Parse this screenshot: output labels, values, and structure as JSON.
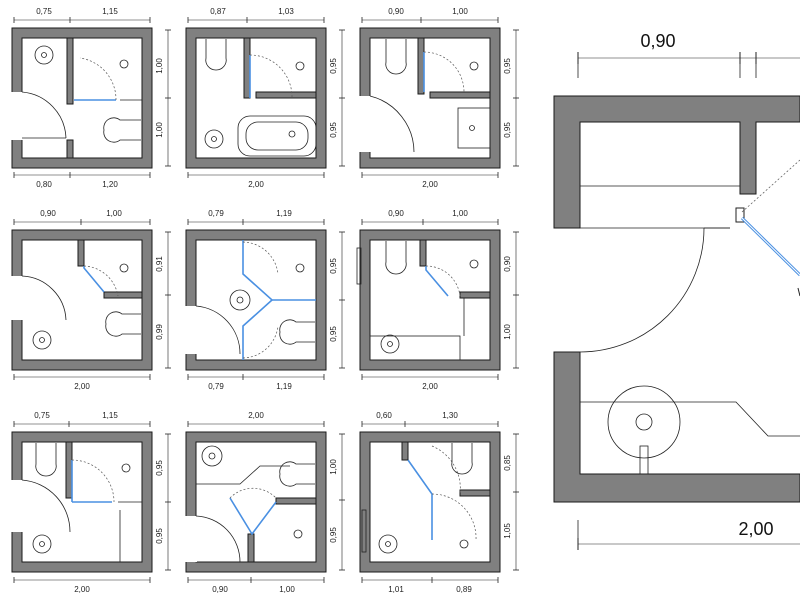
{
  "colors": {
    "wall": "#808080",
    "wall_stroke": "#1a1a1a",
    "glass": "#4a90e2",
    "line": "#222222",
    "dashed": "#555555"
  },
  "plans": [
    {
      "top": [
        "0,75",
        "1,15"
      ],
      "right": [
        "1,00",
        "1,00"
      ],
      "bottom": [
        "0,80",
        "1,20"
      ]
    },
    {
      "top": [
        "0,87",
        "1,03"
      ],
      "right": [
        "0,95",
        "0,95"
      ],
      "bottom": [
        "2,00"
      ]
    },
    {
      "top": [
        "0,90",
        "1,00"
      ],
      "right": [
        "0,95",
        "0,95"
      ],
      "bottom": [
        "2,00"
      ]
    },
    {
      "top": [
        "0,90",
        "1,00"
      ],
      "right": [
        "0,91",
        "0,99"
      ],
      "bottom": [
        "2,00"
      ]
    },
    {
      "top": [
        "0,79",
        "1,19"
      ],
      "right": [
        "0,95",
        "0,95"
      ],
      "bottom": [
        "0,79",
        "1,19"
      ]
    },
    {
      "top": [
        "0,90",
        "1,00"
      ],
      "right": [
        "0,90",
        "1,00"
      ],
      "bottom": [
        "2,00"
      ]
    },
    {
      "top": [
        "0,75",
        "1,15"
      ],
      "right": [
        "0,95",
        "0,95"
      ],
      "bottom": [
        "2,00"
      ]
    },
    {
      "top": [
        "2,00"
      ],
      "right": [
        "1,00",
        "0,95"
      ],
      "bottom": [
        "0,90",
        "1,00"
      ]
    },
    {
      "top": [
        "0,60",
        "1,30"
      ],
      "right": [
        "0,85",
        "1,05"
      ],
      "bottom": [
        "1,01",
        "0,89"
      ]
    }
  ],
  "detail": {
    "top": "0,90",
    "bottom": "2,00"
  }
}
